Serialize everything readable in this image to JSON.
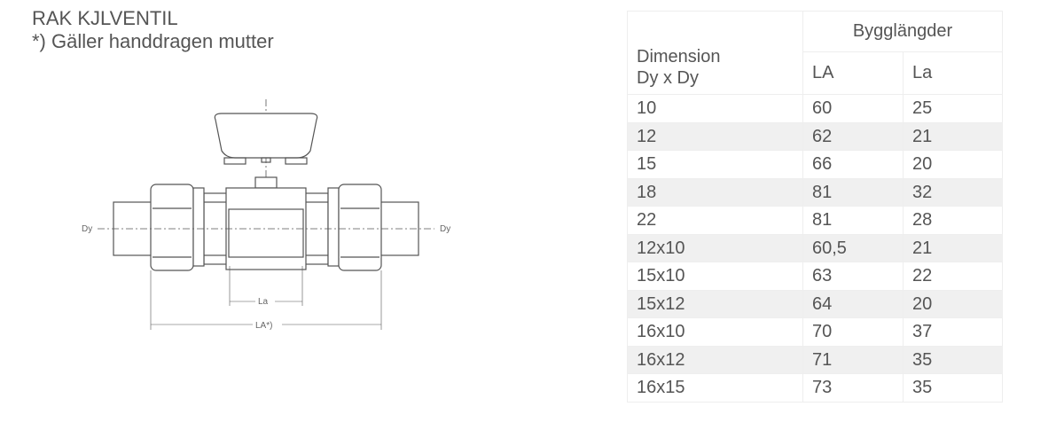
{
  "title": "RAK KJLVENTIL",
  "note": "*) Gäller handdragen mutter",
  "drawing": {
    "dy_left": "Dy",
    "dy_right": "Dy",
    "la": "La",
    "LA": "LA*)"
  },
  "table": {
    "col_dimension": "Dimension\nDy x Dy",
    "group": "Bygglängder",
    "col_LA": "LA",
    "col_La": "La",
    "rows": [
      [
        "10",
        "60",
        "25"
      ],
      [
        "12",
        "62",
        "21"
      ],
      [
        "15",
        "66",
        "20"
      ],
      [
        "18",
        "81",
        "32"
      ],
      [
        "22",
        "81",
        "28"
      ],
      [
        "12x10",
        "60,5",
        "21"
      ],
      [
        "15x10",
        "63",
        "22"
      ],
      [
        "15x12",
        "64",
        "20"
      ],
      [
        "16x10",
        "70",
        "37"
      ],
      [
        "16x12",
        "71",
        "35"
      ],
      [
        "16x15",
        "73",
        "35"
      ]
    ]
  }
}
